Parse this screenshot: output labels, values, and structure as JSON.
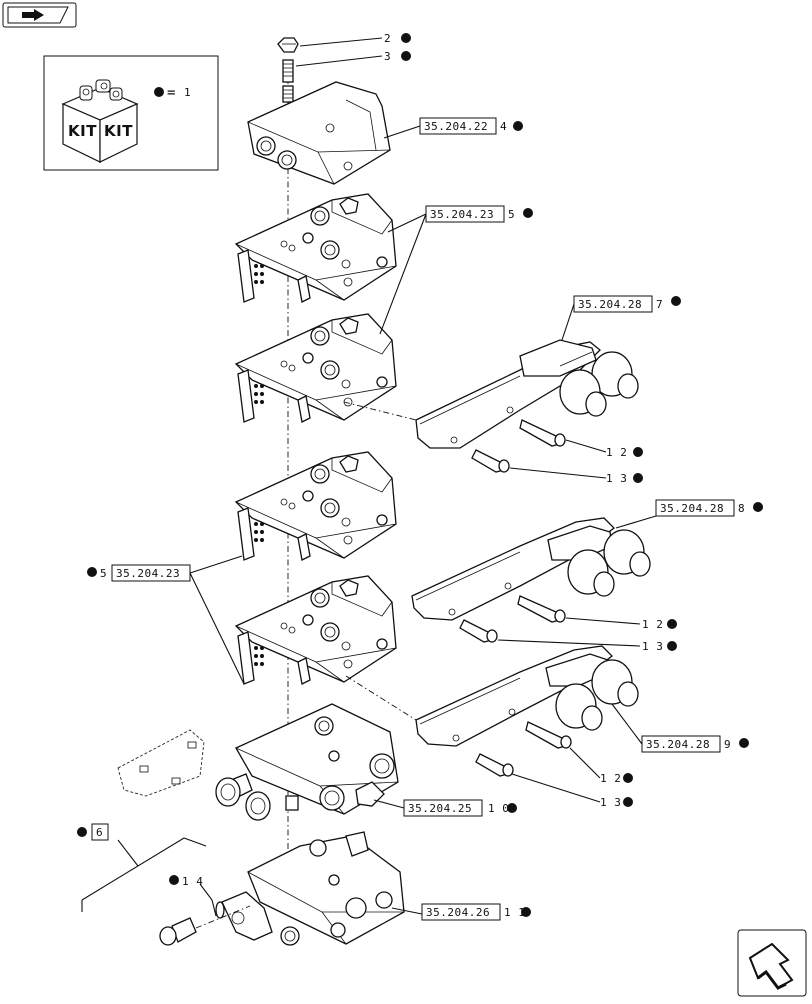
{
  "nav": {
    "prev_icon": "arrow-left-icon",
    "next_icon": "arrow-forward-icon"
  },
  "legend": {
    "kit_label_left": "KIT",
    "kit_label_right": "KIT",
    "equals": "=",
    "value": "1"
  },
  "refs": [
    {
      "id": "2",
      "code": ""
    },
    {
      "id": "3",
      "code": ""
    },
    {
      "id": "4",
      "code": "35.204.22"
    },
    {
      "id": "5",
      "code": "35.204.23"
    },
    {
      "id": "7",
      "code": "35.204.28"
    },
    {
      "id": "12a",
      "label": "12",
      "code": ""
    },
    {
      "id": "13a",
      "label": "13",
      "code": ""
    },
    {
      "id": "8",
      "code": "35.204.28"
    },
    {
      "id": "5b",
      "label": "5",
      "code": "35.204.23"
    },
    {
      "id": "12b",
      "label": "12",
      "code": ""
    },
    {
      "id": "13b",
      "label": "13",
      "code": ""
    },
    {
      "id": "9",
      "code": "35.204.28"
    },
    {
      "id": "12c",
      "label": "12",
      "code": ""
    },
    {
      "id": "13c",
      "label": "13",
      "code": ""
    },
    {
      "id": "10",
      "code": "35.204.25"
    },
    {
      "id": "6",
      "code": ""
    },
    {
      "id": "14",
      "code": ""
    },
    {
      "id": "11",
      "code": "35.204.26"
    }
  ],
  "labels": {
    "r2": "2",
    "r3": "3",
    "r4": "4",
    "r5": "5",
    "r7": "7",
    "r12a": "1 2",
    "r13a": "1 3",
    "r8": "8",
    "r5b": "5",
    "r12b": "1 2",
    "r13b": "1 3",
    "r9": "9",
    "r12c": "1 2",
    "r13c": "1 3",
    "r10": "1 0",
    "r6": "6",
    "r14": "1 4",
    "r11": "1 1",
    "c4": "35.204.22",
    "c5": "35.204.23",
    "c7": "35.204.28",
    "c8": "35.204.28",
    "c5b": "35.204.23",
    "c9": "35.204.28",
    "c10": "35.204.25",
    "c11": "35.204.26"
  },
  "colors": {
    "ink": "#111111",
    "paper": "#ffffff"
  }
}
